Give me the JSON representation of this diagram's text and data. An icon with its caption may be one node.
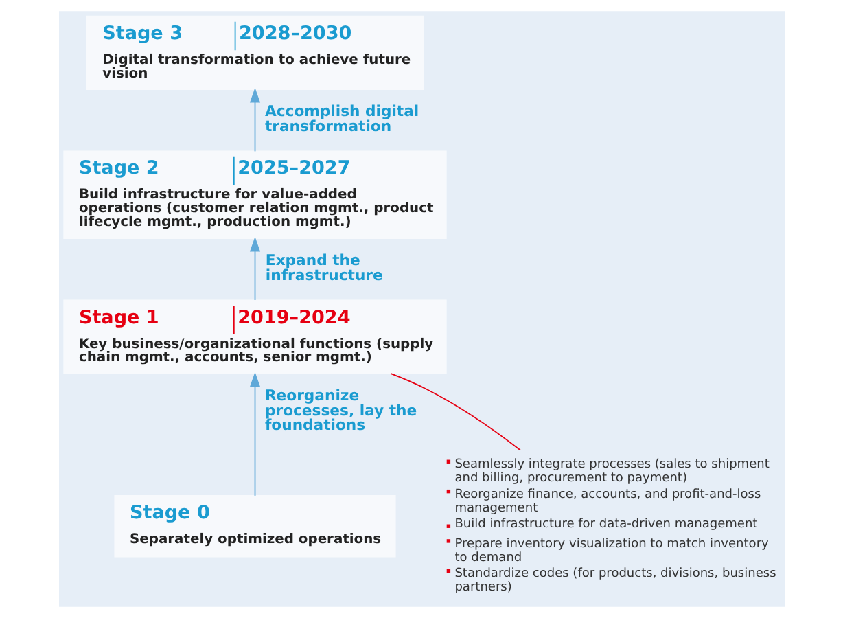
{
  "diagram": {
    "nodes": [
      {
        "text": [
          "Stage 0",
          "Separately optimized operations"
        ]
      },
      {
        "text": [
          "Stage 1",
          "2019–2024",
          "Key business/organizational functions (supply chain mgmt., accounts, senior mgmt.)"
        ]
      },
      {
        "text": [
          "Stage 2",
          "2025–2027",
          "Build infrastructure for value-added operations (customer relation mgmt., product lifecycle mgmt., production mgmt.)"
        ]
      },
      {
        "text": [
          "Stage 3",
          "2028–2030",
          "Digital transformation to achieve future vision"
        ]
      },
      {
        "text": [
          "Seamlessly integrate processes (sales to shipment and billing, procurement to payment)",
          "Reorganize finance, accounts, and profit-and-loss management",
          "Build infrastructure for data-driven management",
          "Prepare inventory visualization to match inventory to demand",
          "Standardize codes (for products, divisions, business partners)"
        ]
      }
    ],
    "edges": [
      {
        "from": 0,
        "to": 1,
        "arrow": "to",
        "label": "Reorganize processes, lay the foundations"
      },
      {
        "from": 1,
        "to": 2,
        "arrow": "to",
        "label": "Expand the infrastructure"
      },
      {
        "from": 2,
        "to": 3,
        "arrow": "to",
        "label": "Accomplish digital transformation"
      },
      {
        "from": 1,
        "to": 4,
        "arrow": "none",
        "color": "#e60012"
      }
    ]
  }
}
